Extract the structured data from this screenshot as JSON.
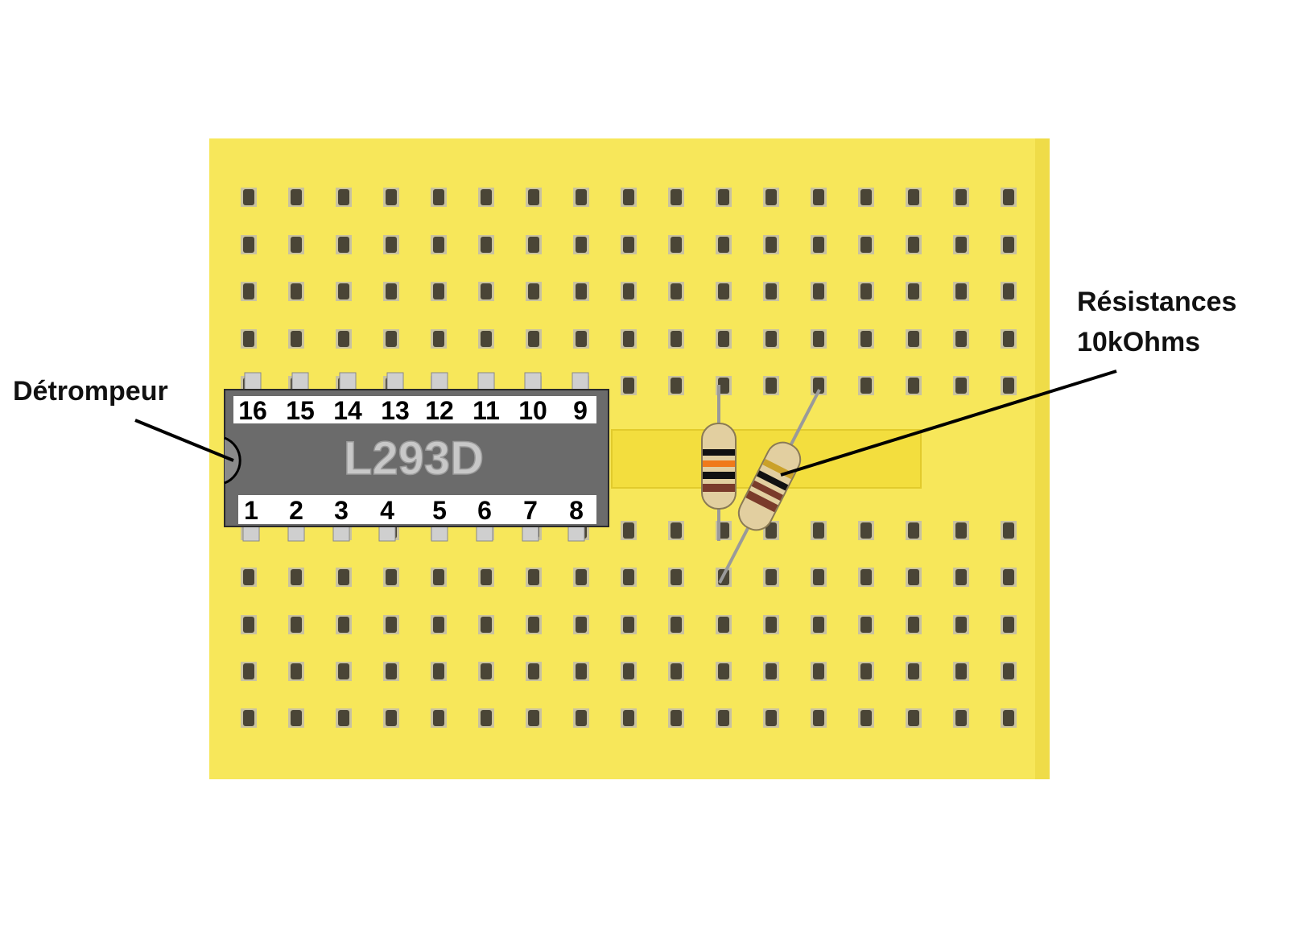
{
  "labels": {
    "detrompeur": "Détrompeur",
    "resistances_line1": "Résistances",
    "resistances_line2": "10kOhms"
  },
  "chip": {
    "name": "L293D",
    "top_pins": [
      "16",
      "15",
      "14",
      "13",
      "12",
      "11",
      "10",
      "9"
    ],
    "bottom_pins": [
      "1",
      "2",
      "3",
      "4",
      "5",
      "6",
      "7",
      "8"
    ]
  },
  "breadboard": {
    "columns": 17,
    "top_rows": 5,
    "bottom_rows": 5
  },
  "colors": {
    "board": "#f7e75a",
    "board_edge": "#e9d640",
    "hole": "#4a4536",
    "hole_light": "#c9c2a0",
    "chip_body": "#6b6b6b",
    "pin_metal": "#cfcfcf",
    "resistor_body": "#e2cfa0",
    "band_orange": "#f07a1a",
    "band_black": "#111111",
    "band_brown": "#7a3b2b",
    "band_gold": "#caa12a",
    "leader_line": "#000000"
  }
}
